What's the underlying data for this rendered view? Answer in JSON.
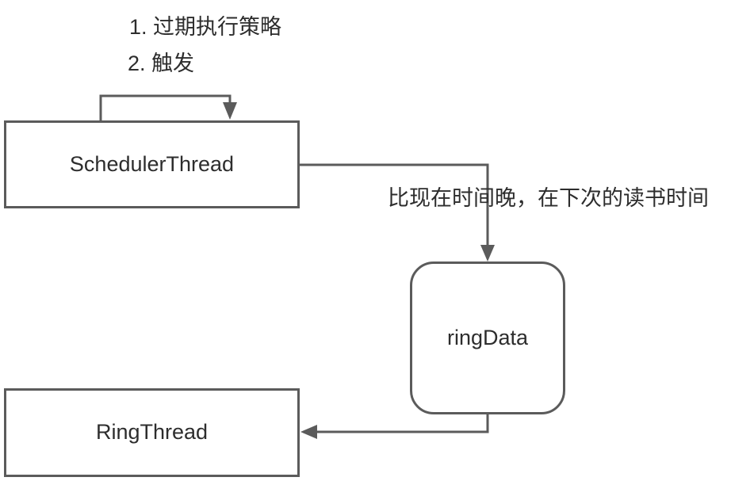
{
  "theme": {
    "background": "#ffffff",
    "stroke": "#5b5b5b",
    "text": "#2d2d2d",
    "node_fill": "#ffffff"
  },
  "diagram": {
    "annotations": [
      {
        "text": "1. 过期执行策略"
      },
      {
        "text": "2. 触发"
      }
    ],
    "nodes": [
      {
        "id": "scheduler-thread",
        "label": "SchedulerThread",
        "shape": "rectangle"
      },
      {
        "id": "ring-data",
        "label": "ringData",
        "shape": "rounded-rectangle"
      },
      {
        "id": "ring-thread",
        "label": "RingThread",
        "shape": "rectangle"
      }
    ],
    "edges": [
      {
        "from": "scheduler-thread",
        "to": "scheduler-thread",
        "type": "self-loop",
        "label": ""
      },
      {
        "from": "scheduler-thread",
        "to": "ring-data",
        "type": "elbow-arrow",
        "label": "比现在时间晚，在下次的读书时间"
      },
      {
        "from": "ring-data",
        "to": "ring-thread",
        "type": "elbow-arrow",
        "label": ""
      }
    ]
  }
}
